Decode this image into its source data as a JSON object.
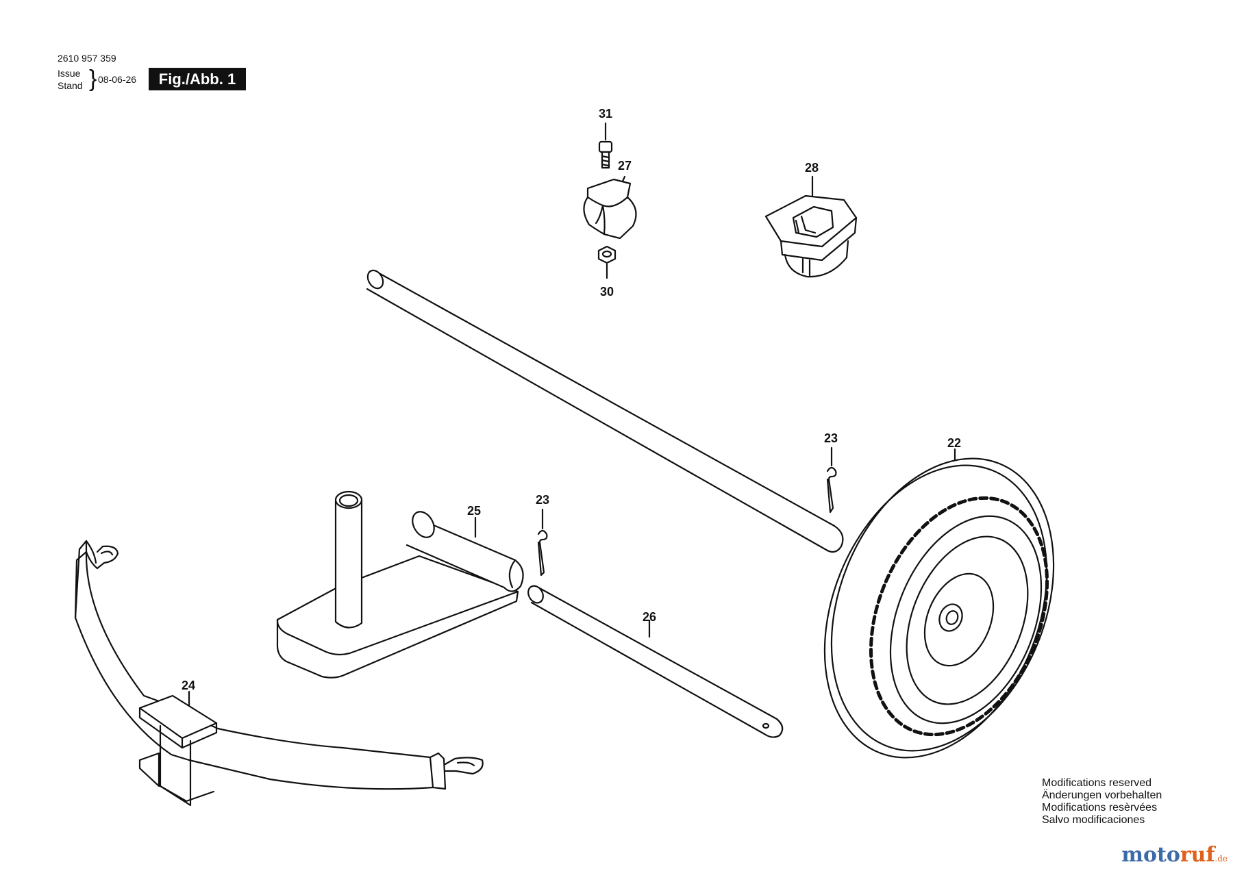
{
  "header": {
    "doc_number": "2610 957 359",
    "issue_label": "Issue",
    "stand_label": "Stand",
    "date": "08-06-26",
    "figure": "Fig./Abb. 1"
  },
  "parts": {
    "p31": "31",
    "p27": "27",
    "p28": "28",
    "p30": "30",
    "p23a": "23",
    "p22": "22",
    "p23b": "23",
    "p25": "25",
    "p26": "26",
    "p24": "24"
  },
  "notice": {
    "en": "Modifications reserved",
    "de": "Änderungen vorbehalten",
    "fr": "Modifications resèrvées",
    "es": "Salvo modificaciones"
  },
  "watermark": {
    "main": "moto",
    "accent": "ruf",
    "tld": ".de"
  }
}
